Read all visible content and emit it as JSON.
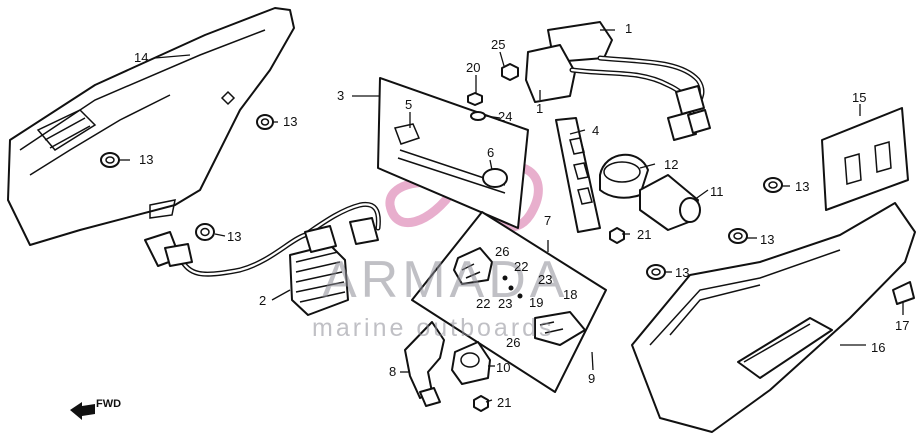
{
  "watermark": {
    "brand": "ARMADA",
    "tagline": "marine outboards",
    "logo_color": "#e6a6c8"
  },
  "direction_label": "FWD",
  "callouts": [
    {
      "id": "c1a",
      "text": "1"
    },
    {
      "id": "c1b",
      "text": "1"
    },
    {
      "id": "c2",
      "text": "2"
    },
    {
      "id": "c3",
      "text": "3"
    },
    {
      "id": "c4",
      "text": "4"
    },
    {
      "id": "c5",
      "text": "5"
    },
    {
      "id": "c6",
      "text": "6"
    },
    {
      "id": "c7",
      "text": "7"
    },
    {
      "id": "c8",
      "text": "8"
    },
    {
      "id": "c9",
      "text": "9"
    },
    {
      "id": "c10",
      "text": "10"
    },
    {
      "id": "c11",
      "text": "11"
    },
    {
      "id": "c12",
      "text": "12"
    },
    {
      "id": "c13a",
      "text": "13"
    },
    {
      "id": "c13b",
      "text": "13"
    },
    {
      "id": "c13c",
      "text": "13"
    },
    {
      "id": "c13d",
      "text": "13"
    },
    {
      "id": "c13e",
      "text": "13"
    },
    {
      "id": "c13f",
      "text": "13"
    },
    {
      "id": "c14",
      "text": "14"
    },
    {
      "id": "c15",
      "text": "15"
    },
    {
      "id": "c16",
      "text": "16"
    },
    {
      "id": "c17",
      "text": "17"
    },
    {
      "id": "c18",
      "text": "18"
    },
    {
      "id": "c19",
      "text": "19"
    },
    {
      "id": "c20",
      "text": "20"
    },
    {
      "id": "c21a",
      "text": "21"
    },
    {
      "id": "c21b",
      "text": "21"
    },
    {
      "id": "c22a",
      "text": "22"
    },
    {
      "id": "c22b",
      "text": "22"
    },
    {
      "id": "c23a",
      "text": "23"
    },
    {
      "id": "c23b",
      "text": "23"
    },
    {
      "id": "c24",
      "text": "24"
    },
    {
      "id": "c25",
      "text": "25"
    },
    {
      "id": "c26a",
      "text": "26"
    },
    {
      "id": "c26b",
      "text": "26"
    }
  ]
}
